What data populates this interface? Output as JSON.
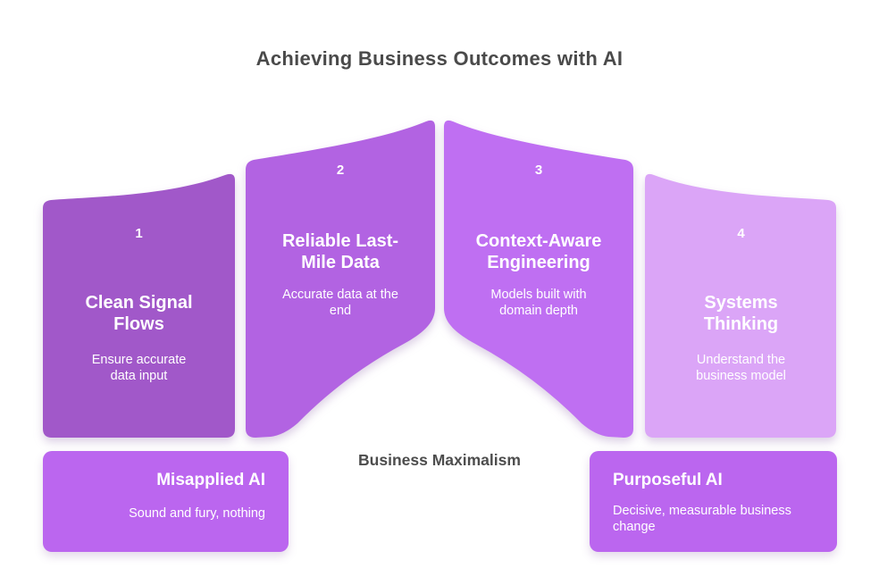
{
  "title": "Achieving Business Outcomes with AI",
  "colors": {
    "background": "#ffffff",
    "title_text": "#4a4a4a",
    "arch_label_text": "#4d4d4d",
    "pillar_text": "#ffffff",
    "callout_bg": "#bb66ef"
  },
  "pillars": [
    {
      "number": "1",
      "title": "Clean Signal Flows",
      "subtitle": "Ensure accurate data input",
      "color": "#a158c9"
    },
    {
      "number": "2",
      "title": "Reliable Last-Mile Data",
      "subtitle": "Accurate data at the end",
      "color": "#b263e2"
    },
    {
      "number": "3",
      "title": "Context-Aware Engineering",
      "subtitle": "Models built with domain depth",
      "color": "#bf6ff2"
    },
    {
      "number": "4",
      "title": "Systems Thinking",
      "subtitle": "Understand the business model",
      "color": "#dba5f7"
    }
  ],
  "arch_label": "Business Maximalism",
  "callouts": [
    {
      "title": "Misapplied AI",
      "subtitle": "Sound and fury, nothing"
    },
    {
      "title": "Purposeful AI",
      "subtitle": "Decisive, measurable business change"
    }
  ]
}
